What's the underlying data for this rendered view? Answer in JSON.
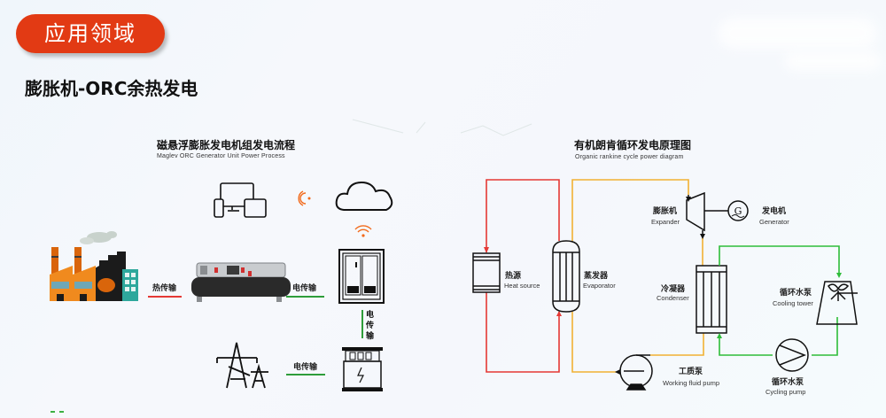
{
  "header": {
    "badge_label": "应用领域",
    "subtitle": "膨胀机-ORC余热发电"
  },
  "colors": {
    "badge_red": "#e23a14",
    "heat_line": "#e53935",
    "power_line": "#2e9d3a",
    "working_fluid_line": "#f2b133",
    "cooling_line": "#2ebd3a",
    "wifi_orange": "#f26a1b"
  },
  "left_diagram": {
    "title": "磁悬浮膨胀发电机组发电流程",
    "subtitle_en": "Maglev ORC Generator Unit Power Process",
    "nodes": [
      "factory",
      "maglev-orc-generator-unit",
      "switchgear-cabinet",
      "transformer",
      "power-grid-tower",
      "cloud",
      "monitoring-devices"
    ],
    "labels": {
      "heat_transfer": "热传输",
      "power_transfer_1": "电传输",
      "power_transfer_vertical": "电传输",
      "power_transfer_2": "电传输"
    }
  },
  "right_diagram": {
    "title": "有机朗肯循环发电原理图",
    "subtitle_en": "Organic rankine cycle power diagram",
    "components": {
      "heat_source": {
        "zh": "热源",
        "en": "Heat source"
      },
      "evaporator": {
        "zh": "蒸发器",
        "en": "Evaporator"
      },
      "expander": {
        "zh": "膨胀机",
        "en": "Expander"
      },
      "generator": {
        "zh": "发电机",
        "en": "Generator",
        "symbol": "G"
      },
      "condenser": {
        "zh": "冷凝器",
        "en": "Condenser"
      },
      "cooling_tower": {
        "zh": "循环水泵",
        "en": "Cooling tower"
      },
      "working_fluid_pump": {
        "zh": "工质泵",
        "en": "Working fluid pump"
      },
      "cycling_pump": {
        "zh": "循环水泵",
        "en": "Cycling pump"
      }
    }
  }
}
